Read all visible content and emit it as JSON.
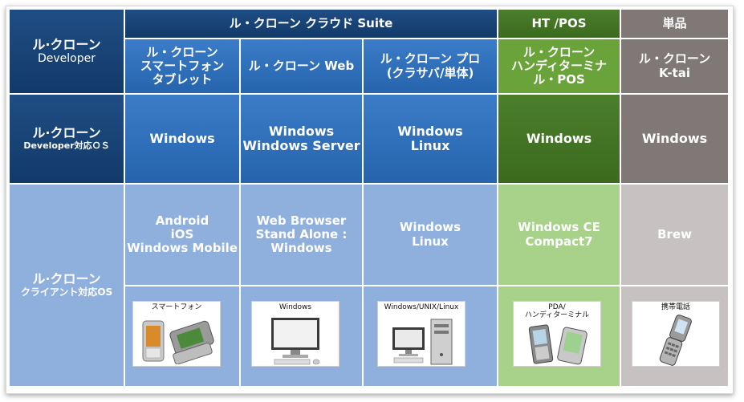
{
  "headers": {
    "developer": {
      "line1": "ル·クローン",
      "line2": "Developer"
    },
    "suite": "ル・クローン クラウド Suite",
    "htpos": "HT /POS",
    "single": "単品"
  },
  "products": [
    {
      "line1": "ル・クローン",
      "line2": "スマートフォン",
      "line3": "タブレット"
    },
    {
      "line1": "ル・クローン Web"
    },
    {
      "line1": "ル・クローン プロ",
      "line2": "(クラサバ/単体)"
    },
    {
      "line1": "ル・クローン",
      "line2": "ハンディターミナ",
      "line3": "ル・POS"
    },
    {
      "line1": "ル・クローン",
      "line2": "K-tai"
    }
  ],
  "dev_os_row": {
    "label_line1": "ル·クローン",
    "label_line2": "Developer対応ＯＳ",
    "values": [
      {
        "line1": "Windows"
      },
      {
        "line1": "Windows",
        "line2": "Windows Server"
      },
      {
        "line1": "Windows",
        "line2": "Linux"
      },
      {
        "line1": "Windows"
      },
      {
        "line1": "Windows"
      }
    ]
  },
  "client_os_row": {
    "label_line1": "ル·クローン",
    "label_line2": "クライアント対応OS",
    "values": [
      {
        "line1": "Android",
        "line2": "iOS",
        "line3": "Windows Mobile"
      },
      {
        "line1": "Web Browser",
        "line2": "Stand Alone :",
        "line3": "Windows"
      },
      {
        "line1": "Windows",
        "line2": "Linux"
      },
      {
        "line1": "Windows CE",
        "line2": "Compact7"
      },
      {
        "line1": "Brew"
      }
    ]
  },
  "device_images": [
    {
      "caption": "スマートフォン",
      "icon": "smartphone-icon"
    },
    {
      "caption": "Windows",
      "icon": "desktop-pc-icon"
    },
    {
      "caption": "Windows/UNIX/Linux",
      "icon": "server-pc-icon"
    },
    {
      "caption": "PDA/\nハンディターミナル",
      "icon": "handheld-terminal-icon"
    },
    {
      "caption": "携帯電話",
      "icon": "flip-phone-icon"
    }
  ],
  "colors": {
    "navy": "#1f4d84",
    "blue": "#2f70bb",
    "light_blue": "#8fb0dd",
    "dark_green": "#3f6f22",
    "green": "#6aa33a",
    "light_green": "#a8d18a",
    "gray": "#807777",
    "light_gray": "#c7c1c1"
  }
}
